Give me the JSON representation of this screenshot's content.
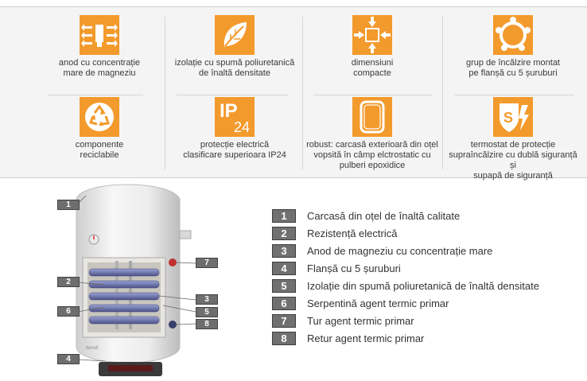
{
  "features": [
    {
      "label": "anod cu concentrație\nmare de magneziu",
      "icon": "anode-arrows-icon"
    },
    {
      "label": "izolație cu spumă poliuretanică\nde înaltă densitate",
      "icon": "leaf-icon"
    },
    {
      "label": "dimensiuni\ncompacte",
      "icon": "compact-arrows-icon"
    },
    {
      "label": "grup de încălzire montat\npe flanșă cu 5 șuruburi",
      "icon": "flange-icon"
    },
    {
      "label": "componente\nreciclabile",
      "icon": "recycle-icon"
    },
    {
      "label": "protecție electrică\nclasificare superioara IP24",
      "icon": "ip24-icon"
    },
    {
      "label": "robust: carcasă exterioară din oțel\nvopsită în câmp elctrostatic cu\npulberi epoxidice",
      "icon": "tank-outline-icon"
    },
    {
      "label": "termostat de protecție\nsupraîncălzire cu dublă siguranță și\nsupapă de siguranță",
      "icon": "safety-shield-icon"
    }
  ],
  "ip_icon": {
    "main": "IP",
    "sub": "24"
  },
  "brand": "ferroli",
  "diagram_tags": [
    "1",
    "2",
    "3",
    "4",
    "5",
    "6",
    "7",
    "8"
  ],
  "legend": [
    {
      "num": "1",
      "text": "Carcasă din oțel de înaltă calitate"
    },
    {
      "num": "2",
      "text": "Rezistență electrică"
    },
    {
      "num": "3",
      "text": "Anod de magneziu cu concentrație mare"
    },
    {
      "num": "4",
      "text": "Flanșă cu 5 șuruburi"
    },
    {
      "num": "5",
      "text": "Izolație din spumă poliuretanică de înaltă densitate"
    },
    {
      "num": "6",
      "text": "Serpentină agent termic primar"
    },
    {
      "num": "7",
      "text": "Tur agent termic primar"
    },
    {
      "num": "8",
      "text": "Retur agent termic primar"
    }
  ],
  "colors": {
    "accent": "#f39a2c",
    "tag": "#6e6e6e"
  }
}
